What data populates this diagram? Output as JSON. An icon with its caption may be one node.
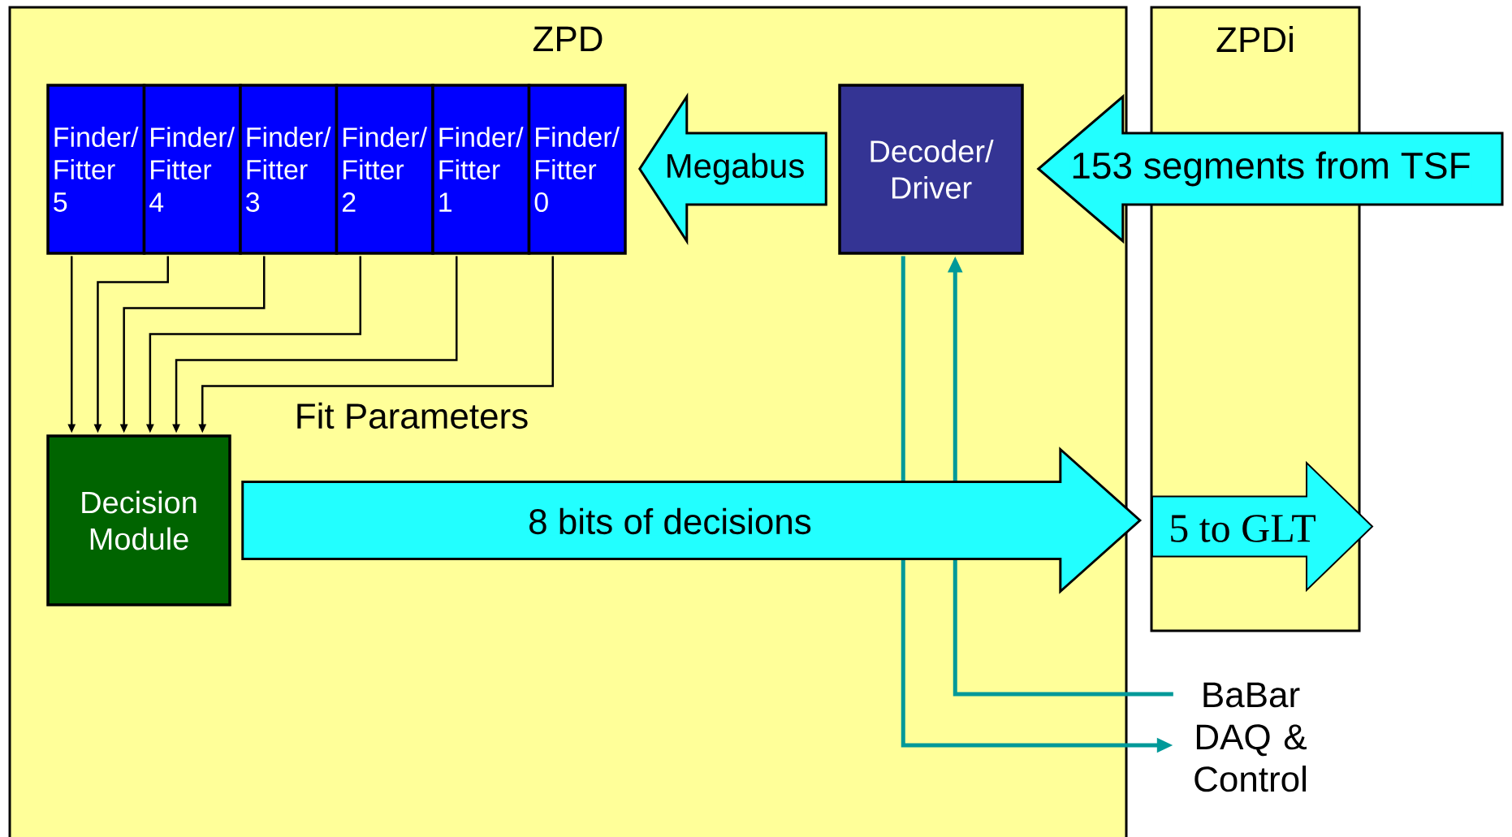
{
  "diagram": {
    "nodes": [
      {
        "text": [
          "ZPD"
        ]
      },
      {
        "text": [
          "ZPDi"
        ]
      },
      {
        "text": [
          "Finder/ Fitter 5"
        ],
        "in": 0
      },
      {
        "text": [
          "Finder/ Fitter 4"
        ],
        "in": 0
      },
      {
        "text": [
          "Finder/ Fitter 3"
        ],
        "in": 0
      },
      {
        "text": [
          "Finder/ Fitter 2"
        ],
        "in": 0
      },
      {
        "text": [
          "Finder/ Fitter 1"
        ],
        "in": 0
      },
      {
        "text": [
          "Finder/ Fitter 0"
        ],
        "in": 0
      },
      {
        "text": [
          "Decoder/ Driver"
        ],
        "in": 0
      },
      {
        "text": [
          "Decision Module"
        ],
        "in": 0
      },
      {
        "text": [
          "BaBar DAQ & Control"
        ]
      },
      {
        "text": [
          "5 to GLT"
        ],
        "in": 1
      }
    ],
    "edges": [
      {
        "from": 2,
        "to": 9,
        "arrow": "to"
      },
      {
        "from": 3,
        "to": 9,
        "arrow": "to"
      },
      {
        "from": 4,
        "to": 9,
        "arrow": "to"
      },
      {
        "from": 5,
        "to": 9,
        "arrow": "to"
      },
      {
        "from": 6,
        "to": 9,
        "arrow": "to"
      },
      {
        "from": 7,
        "to": 9,
        "arrow": "to"
      },
      {
        "from": 8,
        "to": 7,
        "arrow": "to",
        "label": "Megabus",
        "style": "thick"
      },
      {
        "from": null,
        "to": 8,
        "arrow": "to",
        "label": "153 segments from TSF",
        "style": "thick"
      },
      {
        "from": 9,
        "to": 11,
        "arrow": "to",
        "label": "8 bits of decisions",
        "style": "thick"
      },
      {
        "from": 8,
        "to": 10,
        "arrow": "to",
        "color": "#009999"
      },
      {
        "from": 10,
        "to": 8,
        "arrow": "to",
        "color": "#009999"
      }
    ],
    "labels": [
      "Fit Parameters"
    ]
  }
}
